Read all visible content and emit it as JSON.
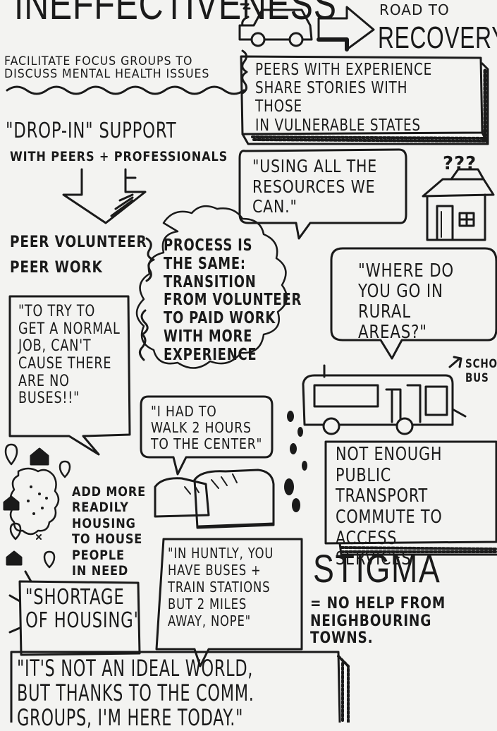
{
  "headings": {
    "effectiveness": "INEFFECTIVENESS",
    "road_line1": "ROAD TO",
    "road_line2": "RECOVERY"
  },
  "notes": {
    "focus_groups": "FACILITATE FOCUS GROUPS TO\nDISCUSS MENTAL HEALTH ISSUES",
    "peers_experience": "PEERS WITH EXPERIENCE\nSHARE STORIES WITH THOSE\nIN VULNERABLE STATES",
    "drop_in_title": "\"DROP-IN\" SUPPORT",
    "drop_in_sub": "WITH PEERS + PROFESSIONALS",
    "resources_quote": "\"USING ALL THE\nRESOURCES WE\nCAN.\"",
    "question_marks": "???",
    "peer_volunteer": "PEER VOLUNTEER",
    "peer_work": "PEER WORK",
    "process": "PROCESS IS\nTHE SAME:\nTRANSITION\nFROM VOLUNTEER\nTO PAID WORK\nWITH MORE\nEXPERIENCE",
    "rural_quote": "\"WHERE DO\nYOU GO IN\nRURAL AREAS?\"",
    "normal_job_quote": "\"TO TRY TO\nGET A NORMAL\nJOB, CAN'T\nCAUSE THERE\nARE NO\nBUSES!!\"",
    "school_bus": "SCHOOL\nBUS",
    "walk_quote": "\"I HAD TO\nWALK 2 HOURS\nTO THE CENTER\"",
    "transport": "NOT ENOUGH\nPUBLIC TRANSPORT\nCOMMUTE TO\nACCESS SERVICES",
    "housing": "ADD MORE\nREADILY\nHOUSING\nTO HOUSE\nPEOPLE\nIN NEED",
    "huntly_quote": "\"IN HUNTLY, YOU\nHAVE BUSES +\nTRAIN STATIONS\nBUT 2 MILES\nAWAY, NOPE\"",
    "stigma": "STIGMA",
    "stigma_note": "= NO HELP FROM\nNEIGHBOURING\nTOWNS.",
    "shortage_quote": "\"SHORTAGE\nOF HOUSING\"",
    "ideal_world": "\"IT'S NOT AN IDEAL WORLD,\nBUT THANKS TO THE COMM.\nGROUPS, I'M HERE TODAY.\""
  },
  "colors": {
    "ink": "#1a1a1a",
    "paper": "#f3f3f1"
  }
}
